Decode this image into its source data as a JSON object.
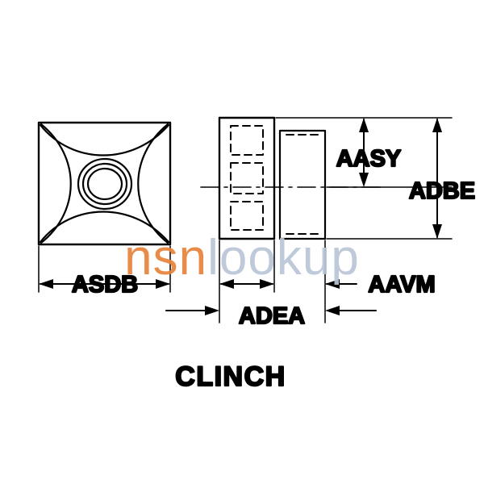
{
  "figure": {
    "caption": "CLINCH",
    "watermark": {
      "part1": "nsn",
      "part2": "lookup"
    },
    "dimension_labels": {
      "width_front": "ASDB",
      "thickness": "ADEA",
      "height_head": "AASY",
      "height_total": "ADBE",
      "length_shank": "AAVM"
    },
    "colors": {
      "line": "#000000",
      "background": "#ffffff",
      "watermark_blue": "#b9c6d6",
      "watermark_orange": "#e8833a"
    },
    "views": [
      {
        "name": "front-view",
        "description": "square clinch nut front face with circular hole"
      },
      {
        "name": "side-view",
        "description": "side profile with hidden-line slots and shank"
      }
    ]
  }
}
